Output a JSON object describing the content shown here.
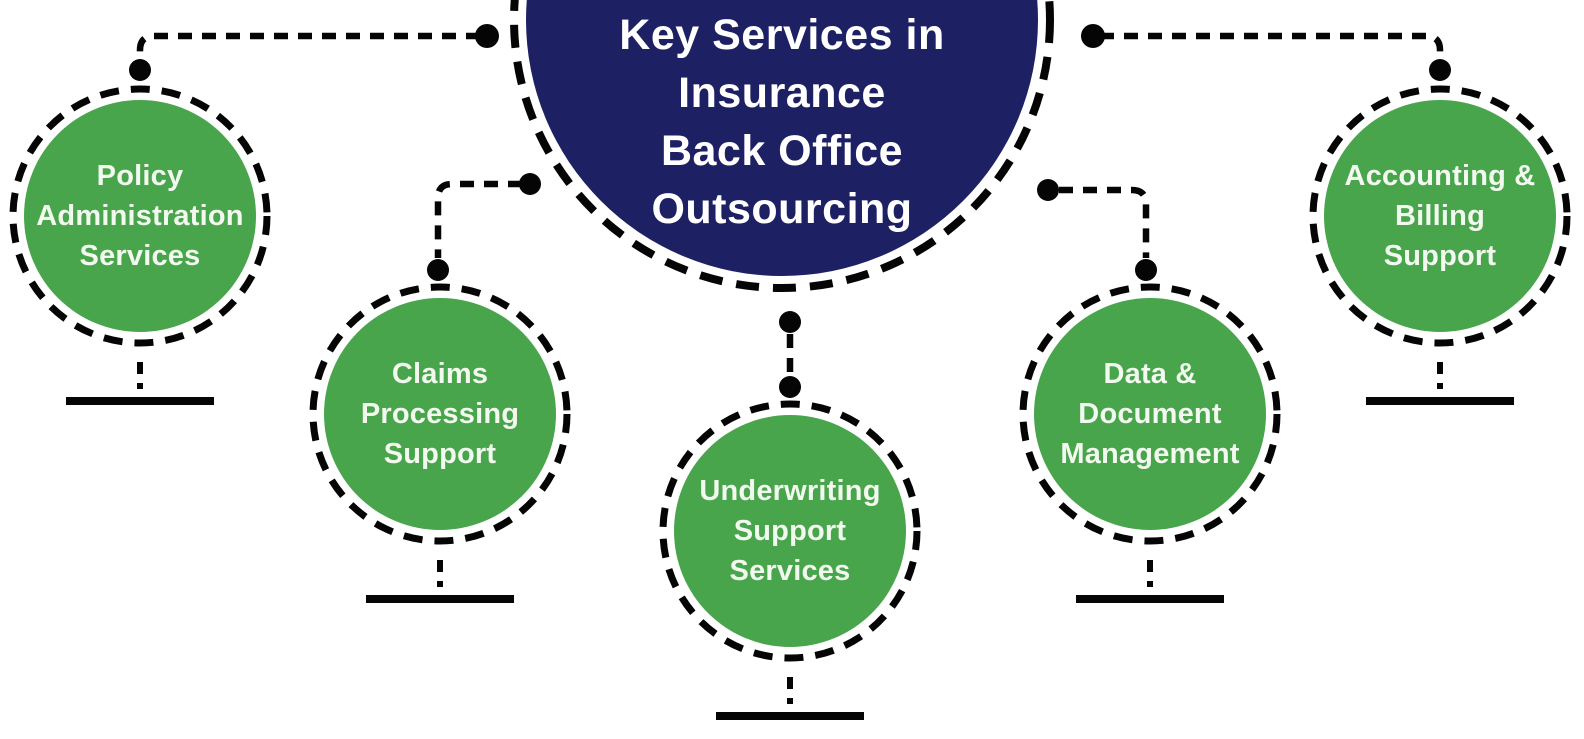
{
  "title": "Key Services in Insurance Back Office Outsourcing",
  "hub": {
    "lines": [
      "Key Services in",
      "Insurance",
      "Back Office",
      "Outsourcing"
    ]
  },
  "nodes": [
    {
      "id": "policy-administration-services",
      "lines": [
        "Policy",
        "Administration",
        "Services"
      ]
    },
    {
      "id": "claims-processing-support",
      "lines": [
        "Claims",
        "Processing",
        "Support"
      ]
    },
    {
      "id": "underwriting-support-services",
      "lines": [
        "Underwriting",
        "Support",
        "Services"
      ]
    },
    {
      "id": "data-document-management",
      "lines": [
        "Data &",
        "Document",
        "Management"
      ]
    },
    {
      "id": "accounting-billing-support",
      "lines": [
        "Accounting &",
        "Billing",
        "Support"
      ]
    }
  ],
  "colors": {
    "hub_fill": "#1d2164",
    "node_fill": "#48a54c",
    "line": "#050505",
    "hub_text": "#ffffff",
    "node_text": "#f2f9ef",
    "background": "#ffffff"
  }
}
